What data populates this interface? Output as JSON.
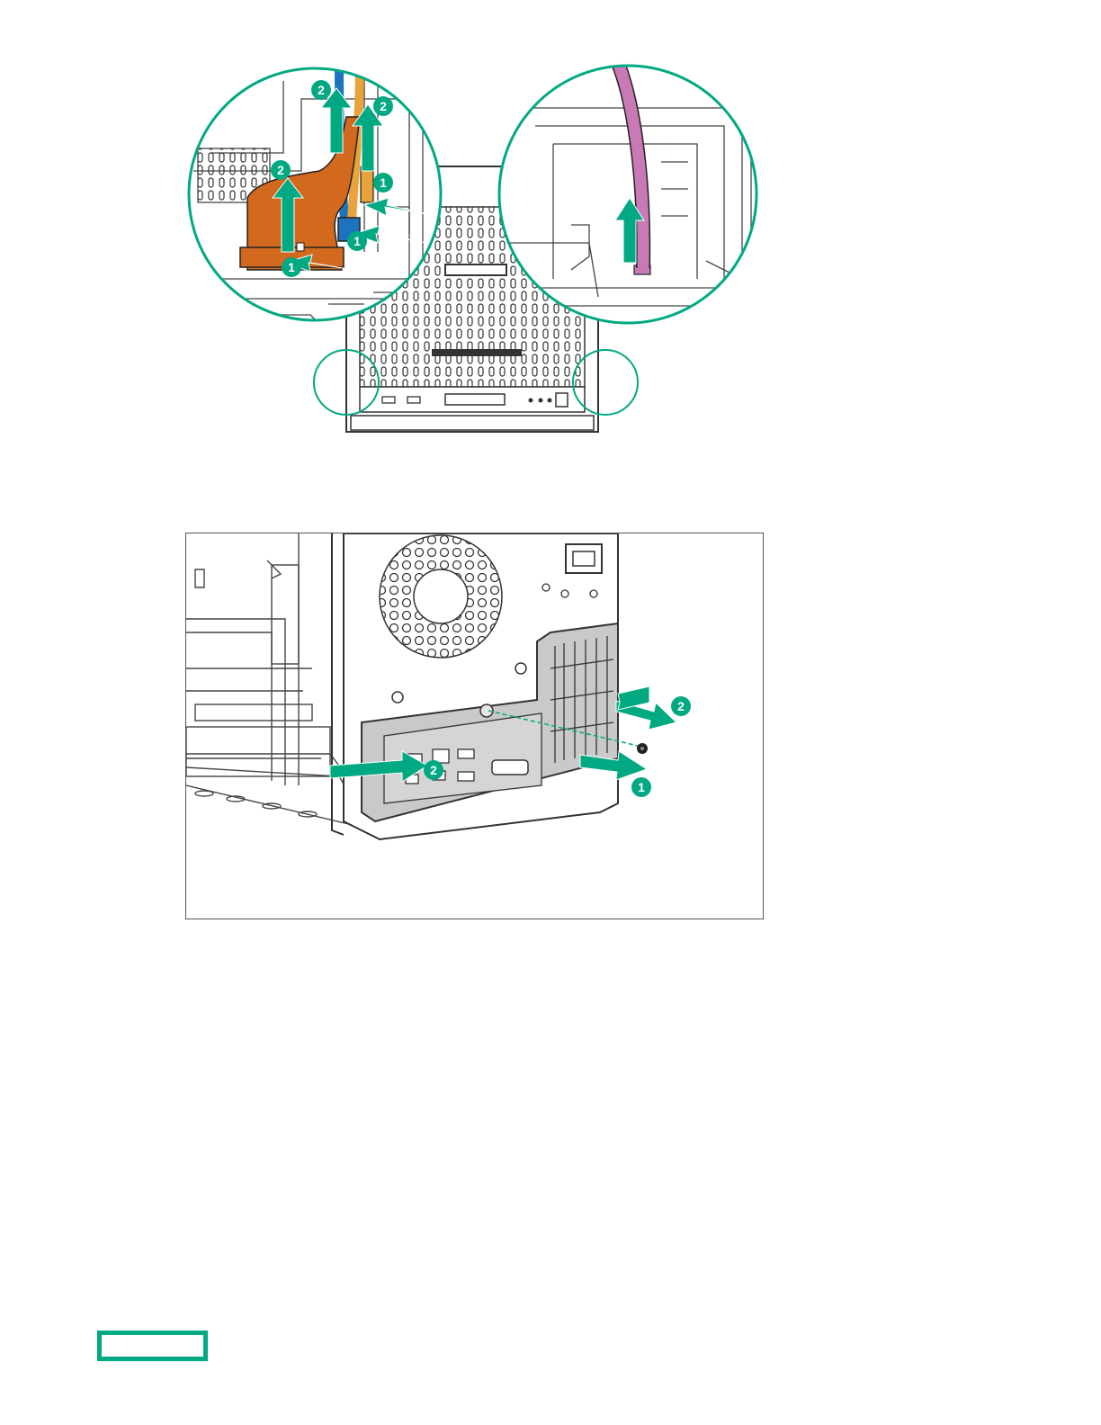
{
  "colors": {
    "accent": "#01a982",
    "cable_orange": "#d2691e",
    "cable_blue": "#1e73be",
    "cable_yellow": "#e8a33a",
    "cable_pink": "#c979b5",
    "line": "#333333"
  },
  "figures": {
    "top": {
      "callouts": {
        "c1": "2",
        "c2": "2",
        "c3": "2",
        "c4": "1",
        "c5": "1",
        "c6": "1"
      }
    },
    "bottom": {
      "callouts": {
        "c1": "2",
        "c2": "2",
        "c3": "1"
      }
    }
  },
  "logo": {
    "icon": "hpe-logo-icon"
  }
}
